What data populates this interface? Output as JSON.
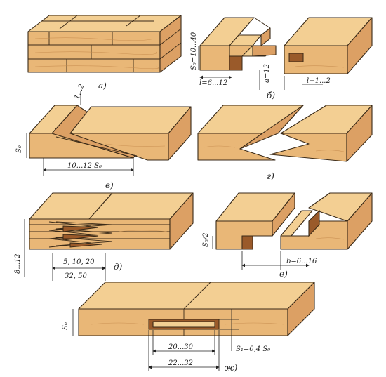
{
  "diagram": {
    "panels": {
      "a": {
        "caption": "а)"
      },
      "b": {
        "caption": "б)",
        "dim_height": "S₀=10...40",
        "dim_l": "l=6...12",
        "dim_a": "a=12",
        "dim_l2": "l+1...2"
      },
      "v": {
        "caption": "в)",
        "dim_s0": "S₀",
        "dim_len": "10...12 S₀",
        "dim_gap": "1...2"
      },
      "g": {
        "caption": "г)"
      },
      "d": {
        "caption": "д)",
        "dim_height": "8...12",
        "dim_step": "5, 10, 20",
        "dim_len": "32, 50"
      },
      "e": {
        "caption": "е)",
        "dim_half": "S₀/2",
        "dim_b": "b=6...16"
      },
      "zh": {
        "caption": "ж)",
        "dim_s0": "S₀",
        "dim_inner": "20...30",
        "dim_outer": "22...32",
        "dim_s1": "S₁=0,4 S₀"
      }
    }
  }
}
